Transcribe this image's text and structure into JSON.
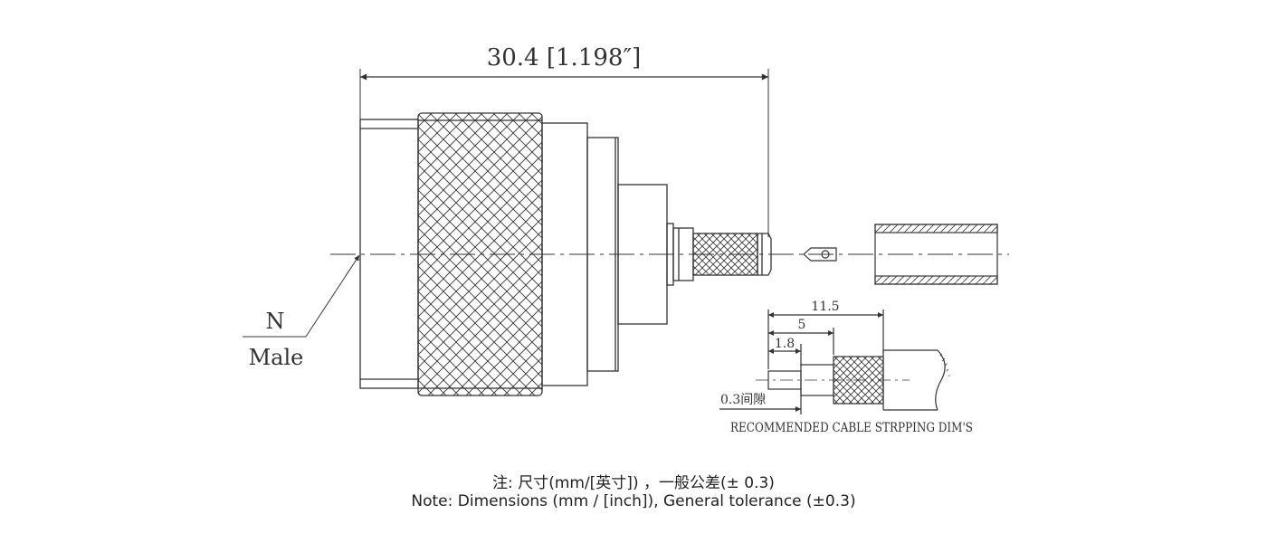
{
  "drawing": {
    "overall_length": "30.4 [1.198″]",
    "connector_label_line1": "N",
    "connector_label_line2": "Male",
    "strip_dims": {
      "dim_a": "11.5",
      "dim_b": "5",
      "dim_c": "1.8",
      "gap_label": "0.3间隙"
    },
    "strip_caption": "RECOMMENDED CABLE STRPPING DIM'S"
  },
  "notes": {
    "zh": "注: 尺寸(mm/[英寸]) ，一般公差(± 0.3)",
    "en": "Note: Dimensions (mm / [inch]), General tolerance (±0.3)"
  },
  "colors": {
    "line": "#333333",
    "background": "#ffffff"
  }
}
